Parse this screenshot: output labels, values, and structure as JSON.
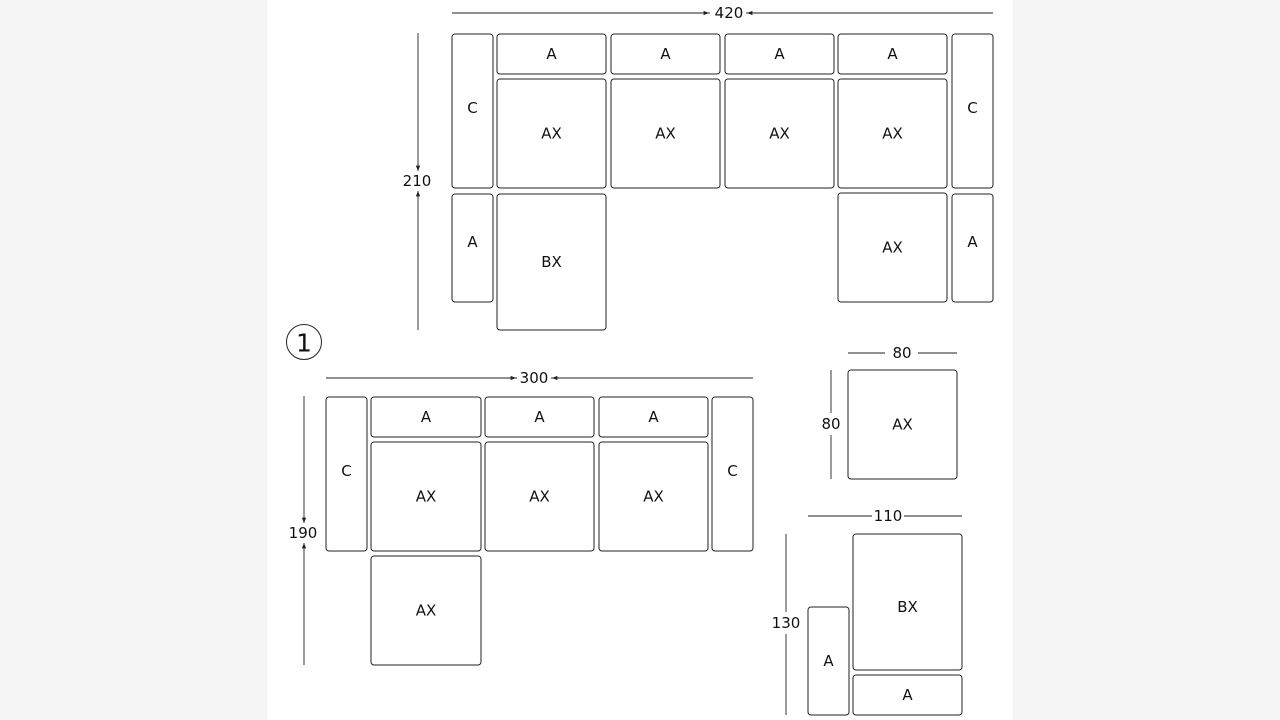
{
  "configuration_number": "1",
  "layouts": [
    {
      "width_label": "420",
      "height_label": "210",
      "modules": [
        "A",
        "A",
        "A",
        "A",
        "C",
        "AX",
        "AX",
        "AX",
        "AX",
        "C",
        "A",
        "BX",
        "AX",
        "A"
      ]
    },
    {
      "width_label": "300",
      "height_label": "190",
      "modules": [
        "A",
        "A",
        "A",
        "C",
        "AX",
        "AX",
        "AX",
        "C",
        "AX"
      ]
    },
    {
      "width_label": "80",
      "height_label": "80",
      "modules": [
        "AX"
      ]
    },
    {
      "width_label": "110",
      "height_label": "130",
      "modules": [
        "BX",
        "A",
        "A"
      ]
    }
  ]
}
